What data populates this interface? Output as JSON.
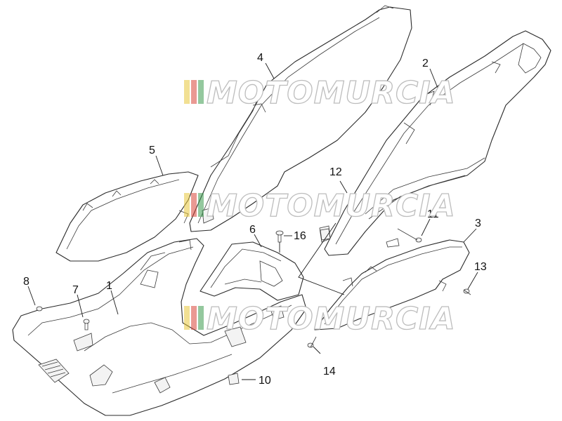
{
  "watermark": {
    "text": "MOTOMURCIA",
    "stripe_colors": [
      "#e8c63a",
      "#d9463a",
      "#3d9b4e"
    ]
  },
  "callouts": {
    "c1": "1",
    "c2": "2",
    "c3": "3",
    "c4": "4",
    "c5": "5",
    "c6": "6",
    "c7": "7",
    "c8": "8",
    "c10": "10",
    "c11": "11",
    "c12": "12",
    "c13": "13",
    "c14": "14",
    "c16": "16"
  },
  "colors": {
    "line": "#2a2a2a",
    "watermark_outline": "#bdbdbd"
  }
}
